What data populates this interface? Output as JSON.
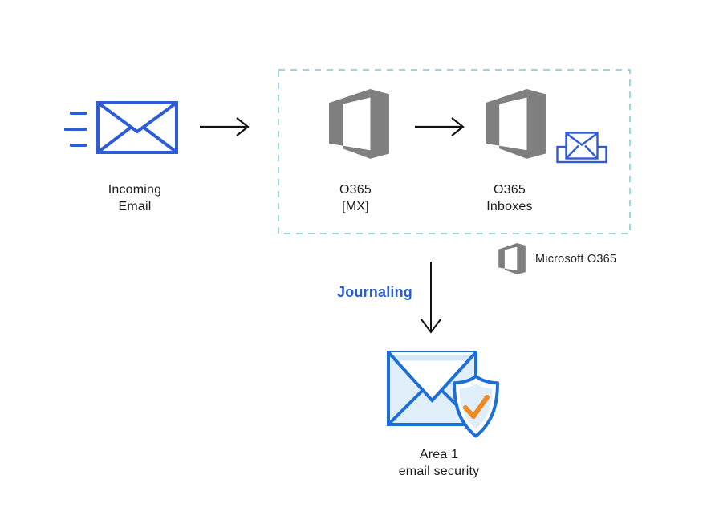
{
  "diagram": {
    "type": "email-flow-architecture",
    "labels": {
      "incoming_email": [
        "Incoming",
        "Email"
      ],
      "o365_mx": [
        "O365",
        "[MX]"
      ],
      "o365_inboxes": [
        "O365",
        "Inboxes"
      ],
      "area1": [
        "Area 1",
        "email security"
      ],
      "journaling": "Journaling",
      "legend": "Microsoft O365"
    },
    "icons": {
      "speed-lines-icon": "three horizontal motion dashes",
      "envelope-icon": "outlined blue envelope",
      "office365-logo-icon": "gray Microsoft Office 365 logo",
      "inbox-tray-icon": "blue envelope in tray",
      "envelope-shield-check-icon": "pale blue envelope with shield and orange checkmark",
      "arrow-right-icon": "thin black right arrow",
      "arrow-down-icon": "thin black down arrow"
    },
    "colors": {
      "envelope_blue": "#2e5bd6",
      "area1_blue": "#1d6fd6",
      "pale_blue": "#dfeef9",
      "pale_blue_deep": "#d4e8f7",
      "check_orange": "#ee8a21",
      "o365_gray": "#7f7f7f",
      "dashed_teal": "#8bd0db",
      "journaling_blue": "#2b5ecc",
      "arrow_black": "#111111",
      "label_text": "#1b1b1b",
      "white": "#ffffff"
    }
  }
}
